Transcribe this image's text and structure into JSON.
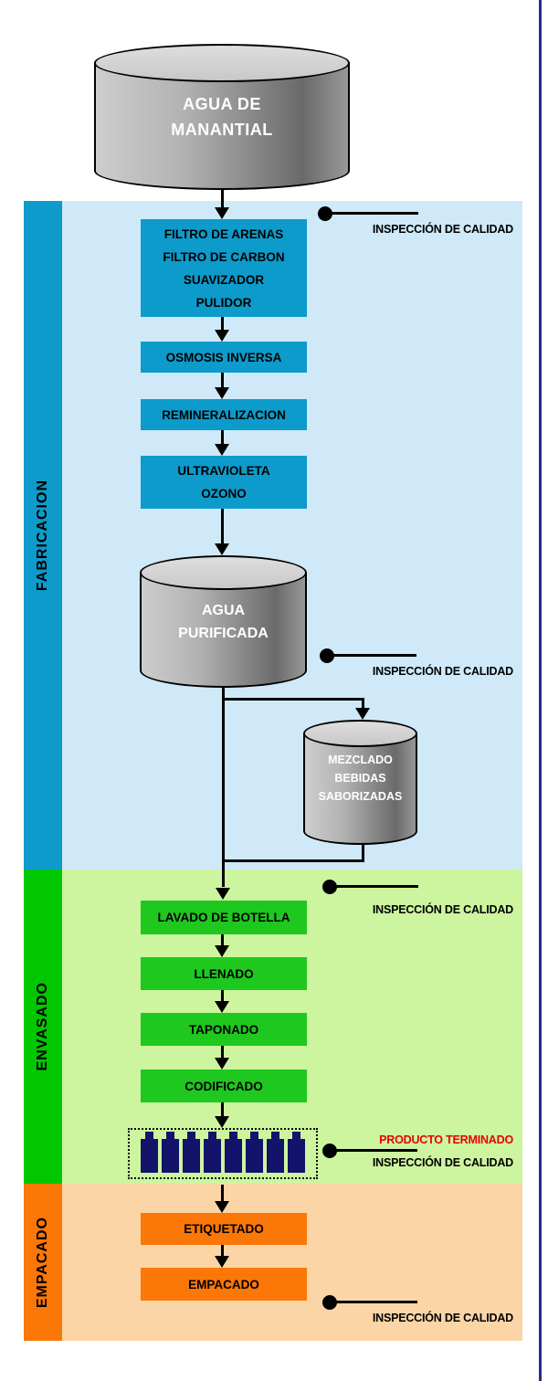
{
  "colors": {
    "border-navy": "#2b2b87",
    "blue-strip": "#0d9bcb",
    "blue-box": "#0d9bcb",
    "blue-bg": "#cfe9f8",
    "green-strip": "#01c701",
    "green-box": "#1ec81e",
    "green-bg": "#cdf49f",
    "orange-strip": "#fa7708",
    "orange-box": "#fa7708",
    "orange-bg": "#fbd5a6",
    "bottle-navy": "#13136b",
    "alert-red": "#ea0000"
  },
  "source_cylinder": {
    "line1": "AGUA DE",
    "line2": "MANANTIAL"
  },
  "sections": {
    "fabricacion": {
      "label": "FABRICACION"
    },
    "envasado": {
      "label": "ENVASADO"
    },
    "empacado": {
      "label": "EMPACADO"
    }
  },
  "fabricacion": {
    "filter_box": {
      "line1": "FILTRO DE ARENAS",
      "line2": "FILTRO DE CARBON",
      "line3": "SUAVIZADOR",
      "line4": "PULIDOR"
    },
    "osmosis": "OSMOSIS INVERSA",
    "remineralizacion": "REMINERALIZACION",
    "ultravioleta": {
      "line1": "ULTRAVIOLETA",
      "line2": "OZONO"
    },
    "purified_cylinder": {
      "line1": "AGUA",
      "line2": "PURIFICADA"
    },
    "mix_cylinder": {
      "line1": "MEZCLADO",
      "line2": "BEBIDAS",
      "line3": "SABORIZADAS"
    }
  },
  "envasado": {
    "lavado": "LAVADO DE BOTELLA",
    "llenado": "LLENADO",
    "taponado": "TAPONADO",
    "codificado": "CODIFICADO"
  },
  "empacado": {
    "etiquetado": "ETIQUETADO",
    "empacado_box": "EMPACADO"
  },
  "inspection": {
    "label": "INSPECCIÓN DE CALIDAD",
    "product_label": "PRODUCTO TERMINADO"
  }
}
